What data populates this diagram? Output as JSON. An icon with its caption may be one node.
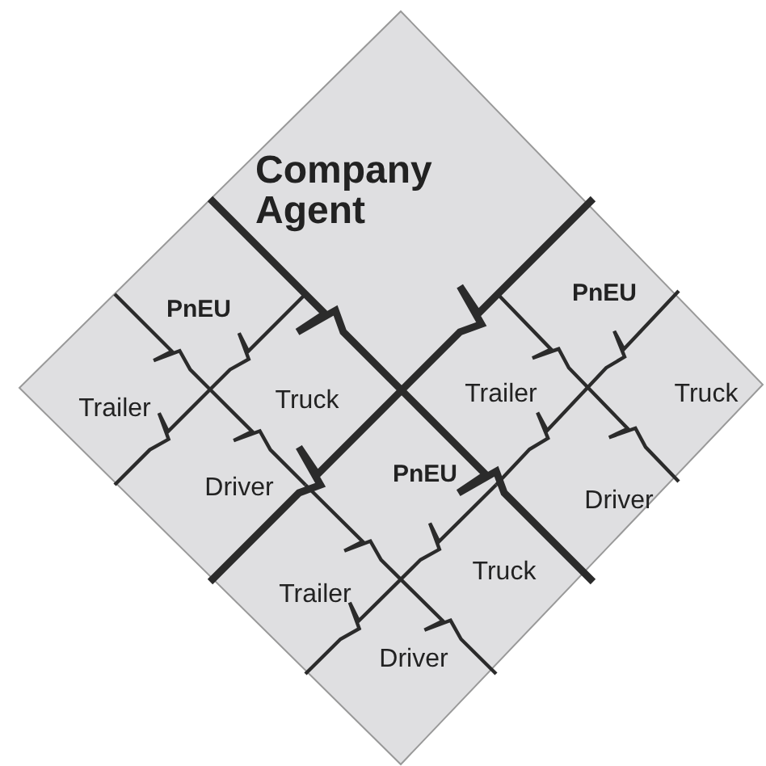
{
  "diagram": {
    "labels": [
      "Company Agent",
      "PnEU",
      "PnEU",
      "Trailer",
      "Truck",
      "Trailer",
      "Truck",
      "Driver",
      "PnEU",
      "Driver",
      "Trailer",
      "Truck",
      "Driver"
    ]
  }
}
